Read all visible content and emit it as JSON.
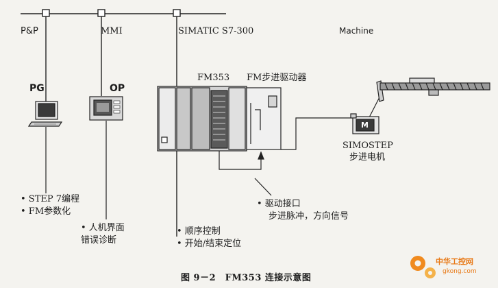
{
  "bus": {
    "pp_label": "P&P",
    "mmi_label": "MMI",
    "s7_label": "SIMATIC S7-300",
    "machine_label": "Machine"
  },
  "devices": {
    "pg_label": "PG",
    "op_label": "OP",
    "fm353_label": "FM353",
    "stepper_driver_label": "FM步进驱动器",
    "motor_badge": "M",
    "simostep_label": "SIMOSTEP",
    "simostep_sub": "步进电机"
  },
  "notes": {
    "pg": [
      "• STEP 7编程",
      "• FM参数化"
    ],
    "op": [
      "• 人机界面",
      "  错误诊断"
    ],
    "s7": [
      "• 顺序控制",
      "• 开始/结束定位"
    ],
    "drive": [
      "• 驱动接口",
      "步进脉冲，方向信号"
    ]
  },
  "caption": "图 9－2　FM353 连接示意图",
  "watermark": {
    "name": "中华工控网",
    "url": "gkong.com"
  }
}
